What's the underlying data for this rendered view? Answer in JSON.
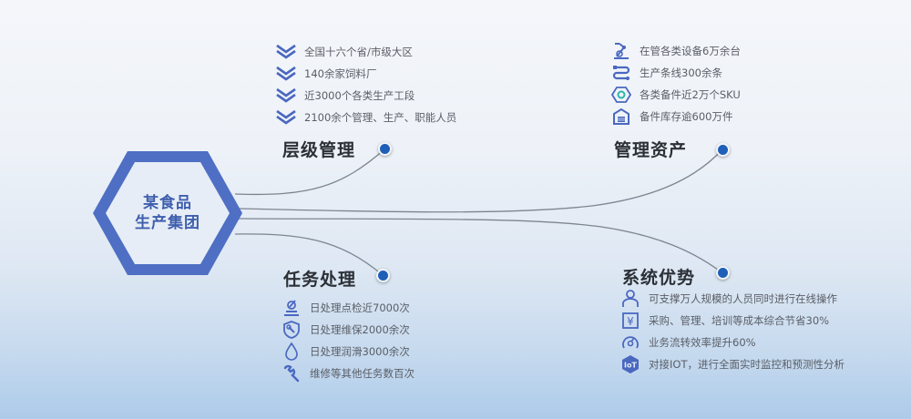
{
  "center": {
    "line1": "某食品",
    "line2": "生产集团",
    "color": "#4f6fc4"
  },
  "colors": {
    "accent": "#4a68c0",
    "dot": "#1f5fb8",
    "title": "#2b2f36",
    "text": "#5a5e66"
  },
  "sections": {
    "hierarchy": {
      "title": "层级管理",
      "items": [
        {
          "icon": "double-chevron-icon",
          "text": "全国十六个省/市级大区"
        },
        {
          "icon": "double-chevron-icon",
          "text": "140余家饲料厂"
        },
        {
          "icon": "double-chevron-icon",
          "text": "近3000个各类生产工段"
        },
        {
          "icon": "double-chevron-icon",
          "text": "2100余个管理、生产、职能人员"
        }
      ]
    },
    "assets": {
      "title": "管理资产",
      "items": [
        {
          "icon": "robot-arm-icon",
          "text": "在管各类设备6万余台"
        },
        {
          "icon": "production-line-icon",
          "text": "生产条线300余条"
        },
        {
          "icon": "hex-nut-icon",
          "text": "各类备件近2万个SKU"
        },
        {
          "icon": "warehouse-icon",
          "text": "备件库存逾600万件"
        }
      ]
    },
    "tasks": {
      "title": "任务处理",
      "items": [
        {
          "icon": "inspection-icon",
          "text": "日处理点检近7000次"
        },
        {
          "icon": "shield-wrench-icon",
          "text": "日处理维保2000余次"
        },
        {
          "icon": "oil-drop-icon",
          "text": "日处理润滑3000余次"
        },
        {
          "icon": "wrench-icon",
          "text": "维修等其他任务数百次"
        }
      ]
    },
    "advantages": {
      "title": "系统优势",
      "items": [
        {
          "icon": "user-icon",
          "text": "可支撑万人规模的人员同时进行在线操作"
        },
        {
          "icon": "yuan-icon",
          "text": "采购、管理、培训等成本综合节省30%"
        },
        {
          "icon": "gauge-icon",
          "text": "业务流转效率提升60%"
        },
        {
          "icon": "iot-icon",
          "text": "对接IOT，进行全面实时监控和预测性分析"
        }
      ]
    }
  }
}
